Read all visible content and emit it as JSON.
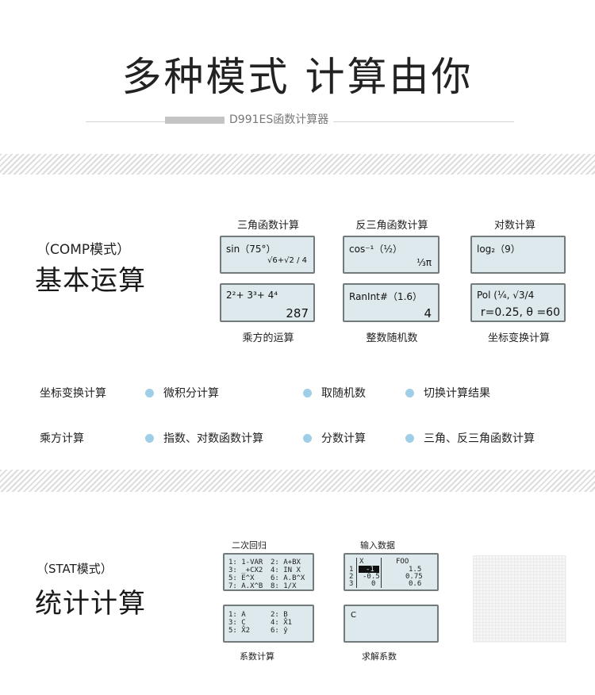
{
  "header": {
    "title": "多种模式 计算由你",
    "subtitle": "D991ES函数计算器"
  },
  "comp": {
    "mode": "（COMP模式）",
    "title": "基本运算",
    "screens": [
      {
        "label": "三角函数计算",
        "line1": "sin（75°）",
        "result": "√6+√2 / 4"
      },
      {
        "label": "反三角函数计算",
        "line1": "cos⁻¹（½）",
        "result": "⅓π"
      },
      {
        "label": "对数计算",
        "line1": "log₂（9）",
        "result": ""
      },
      {
        "label": "乘方的运算",
        "line1": "2²+ 3³+ 4⁴",
        "result": "287"
      },
      {
        "label": "整数随机数",
        "line1": "RanInt#（1.6）",
        "result": "4"
      },
      {
        "label": "坐标变换计算",
        "line1": "Pol (¼, √3/4",
        "result": "r=0.25, θ =60"
      }
    ]
  },
  "features": {
    "row1": {
      "head": "坐标变换计算",
      "items": [
        "微积分计算",
        "取随机数",
        "切换计算结果"
      ]
    },
    "row2": {
      "head": "乘方计算",
      "items": [
        "指数、对数函数计算",
        "分数计算",
        "三角、反三角函数计算"
      ]
    }
  },
  "stat": {
    "mode": "（STAT模式）",
    "title": "统计计算",
    "labels": {
      "top_left": "二次回归",
      "top_right": "输入数据",
      "bottom_left": "系数计算",
      "bottom_right": "求解系数"
    },
    "menu": {
      "col1": [
        "1: 1-VAR",
        "3: _+CX2",
        "5: E^X",
        "7: A.X^B"
      ],
      "col2": [
        "2: A+BX",
        "4: IN X",
        "6: A.B^X",
        "8: 1/X"
      ]
    },
    "coef": {
      "col1": [
        "1: A",
        "3: C",
        "5: X̂2"
      ],
      "col2": [
        "2: B",
        "4: X̂1",
        "6: ŷ"
      ]
    },
    "data_screen": {
      "headers": [
        "X",
        "FOO"
      ],
      "rows": [
        [
          "1",
          "-1",
          "1.5"
        ],
        [
          "2",
          "-0.5",
          "0.75"
        ],
        [
          "3",
          "0",
          "0.6"
        ]
      ]
    },
    "solve_screen": "C"
  }
}
